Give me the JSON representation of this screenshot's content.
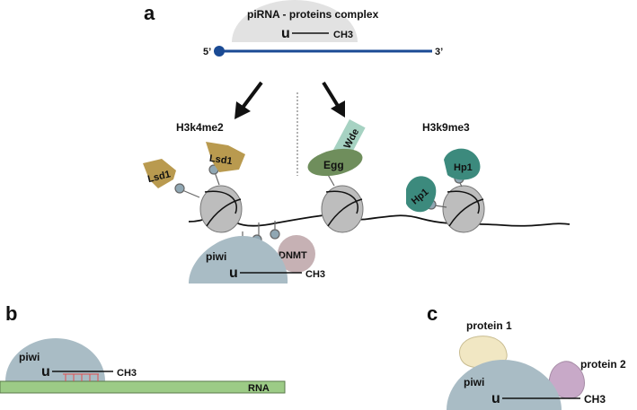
{
  "panels": {
    "a": {
      "letter": "a",
      "complex_label": "piRNA - proteins complex",
      "u_label": "u",
      "ch3_label": "CH3",
      "five_prime": "5’",
      "three_prime": "3’",
      "h3k4_label": "H3k4me2",
      "h3k9_label": "H3k9me3",
      "lsd1_left": "Lsd1",
      "lsd1_right": "Lsd1",
      "wde": "Wde",
      "egg": "Egg",
      "hp1_left": "Hp1",
      "hp1_right": "Hp1",
      "piwi": "piwi",
      "piwi_u": "u",
      "piwi_ch3": "CH3",
      "dnmt": "DNMT"
    },
    "b": {
      "letter": "b",
      "piwi": "piwi",
      "u": "u",
      "ch3": "CH3",
      "rna": "RNA"
    },
    "c": {
      "letter": "c",
      "protein1": "protein 1",
      "protein2": "protein 2",
      "piwi": "piwi",
      "u": "u",
      "ch3": "CH3"
    }
  },
  "colors": {
    "complex_gray": "#e2e2e2",
    "piwi_blue_gray": "#a9bcc5",
    "dna_blue": "#1a4a94",
    "nucleosome_gray": "#bdbdbd",
    "lsd1_gold": "#b99a4f",
    "egg_green": "#6f8e5c",
    "wde_mint": "#a6d2c2",
    "hp1_teal": "#3c8a7d",
    "dnmt_mauve": "#c6b1b4",
    "rna_green": "#9ccb86",
    "protein1_cream": "#f1e7c3",
    "protein2_lilac": "#c8a9c8",
    "methyl_dot": "#90a7b3"
  }
}
